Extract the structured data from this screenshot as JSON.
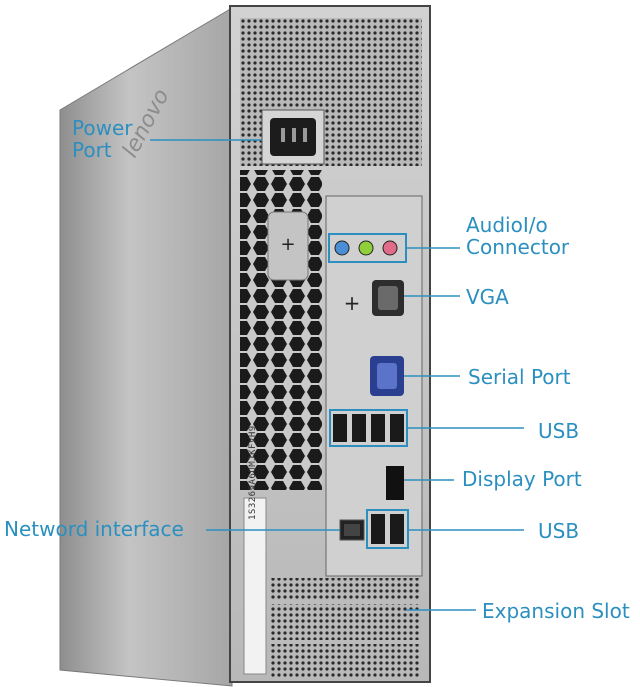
{
  "brand": "lenovo",
  "serial_sticker": "1S3269A6UMJKFVH9",
  "accent_color": "#2b8fbf",
  "labels": {
    "power_port": [
      "Power",
      "Port"
    ],
    "audio": [
      "AudioI/o",
      "Connector"
    ],
    "vga": "VGA",
    "serial_port": "Serial Port",
    "usb_top": "USB",
    "display_port": "Display Port",
    "network": "Netword interface",
    "usb_bottom": "USB",
    "expansion_slot": "Expansion Slot"
  }
}
